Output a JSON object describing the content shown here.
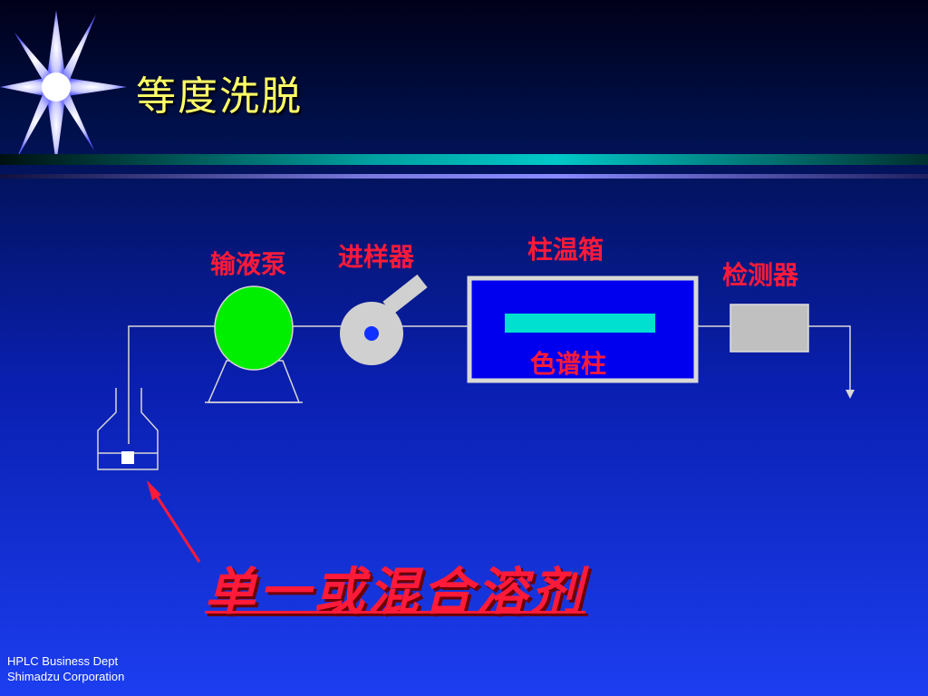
{
  "slide": {
    "title": "等度洗脱",
    "labels": {
      "pump": "输液泵",
      "injector": "进样器",
      "oven": "柱温箱",
      "column": "色谱柱",
      "detector": "检测器"
    },
    "solvent_note": "单一或混合溶剂",
    "footer": {
      "line1": "HPLC Business Dept",
      "line2": "Shimadzu Corporation"
    },
    "colors": {
      "label_red": "#ff1a3a",
      "title_yellow": "#ffff66",
      "pump_green": "#00ee00",
      "column_cyan": "#00e0d0"
    }
  }
}
